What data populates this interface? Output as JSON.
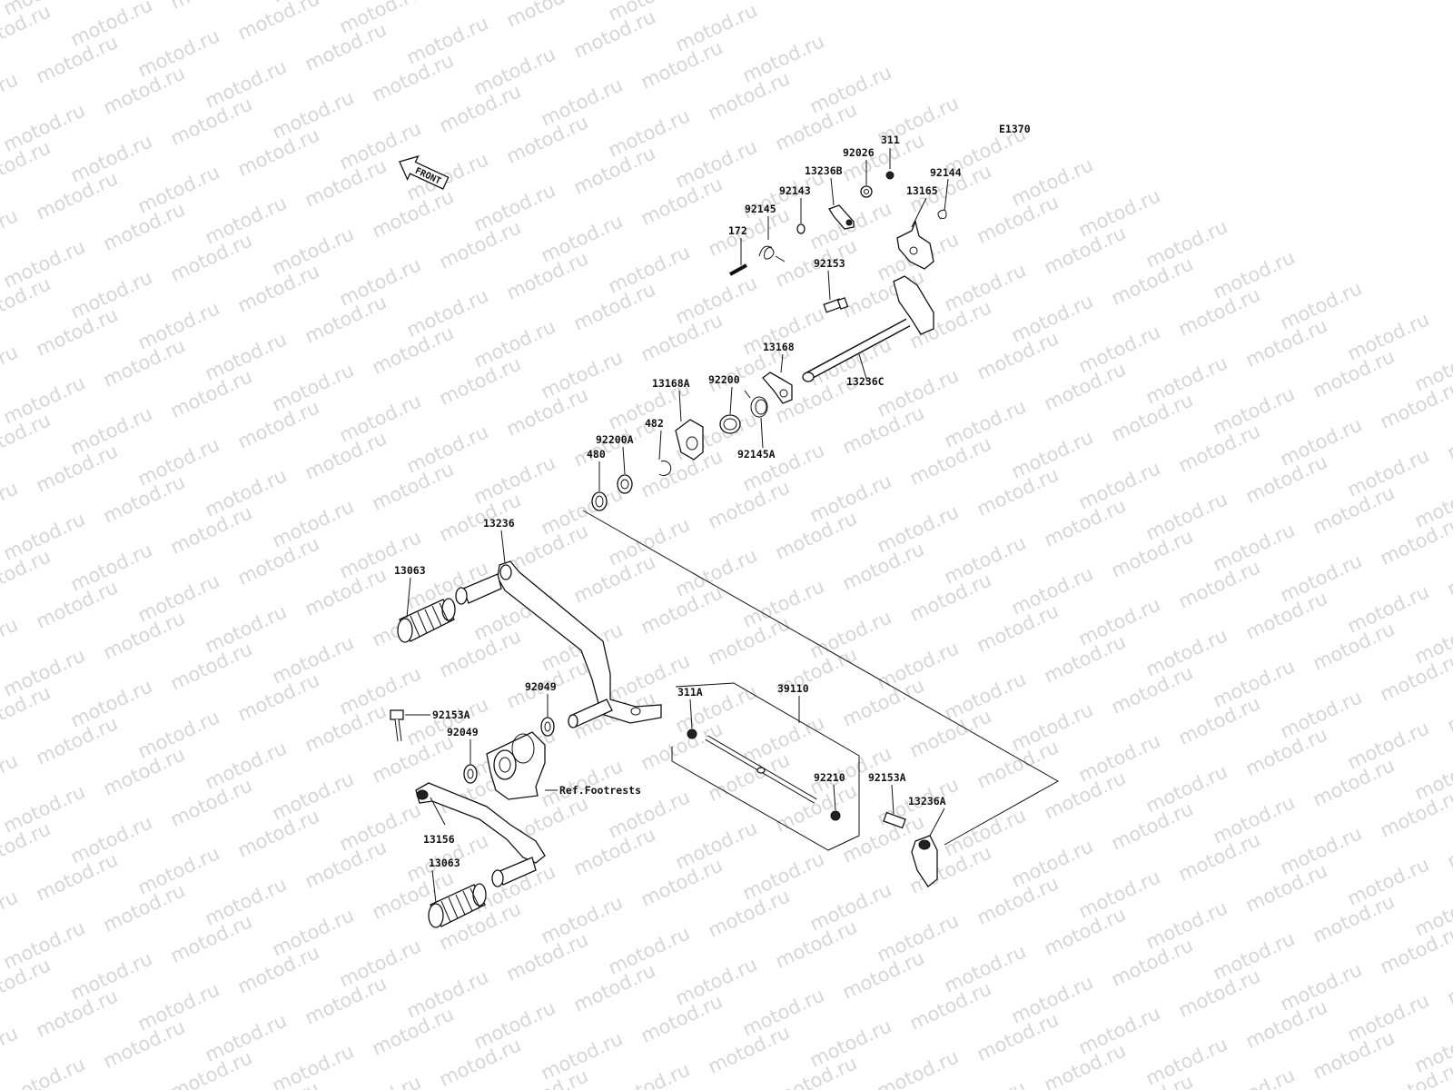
{
  "watermark": "motod.ru",
  "diagram_code": "E1370",
  "front_label": "FRONT",
  "reference": "Ref.Footrests",
  "parts": {
    "p311": "311",
    "p92026": "92026",
    "p92144": "92144",
    "p13236B": "13236B",
    "p92143": "92143",
    "p13165": "13165",
    "p92145": "92145",
    "p172": "172",
    "p92153_top": "92153",
    "p13168": "13168",
    "p13236C": "13236C",
    "p13168A": "13168A",
    "p92200": "92200",
    "p482": "482",
    "p92145A": "92145A",
    "p92200A": "92200A",
    "p480": "480",
    "p13236": "13236",
    "p13063_top": "13063",
    "p92049_a": "92049",
    "p92153A_left": "92153A",
    "p92049_b": "92049",
    "p311A": "311A",
    "p39110": "39110",
    "p92210": "92210",
    "p92153A_right": "92153A",
    "p13236A": "13236A",
    "p13156": "13156",
    "p13063_bottom": "13063"
  }
}
